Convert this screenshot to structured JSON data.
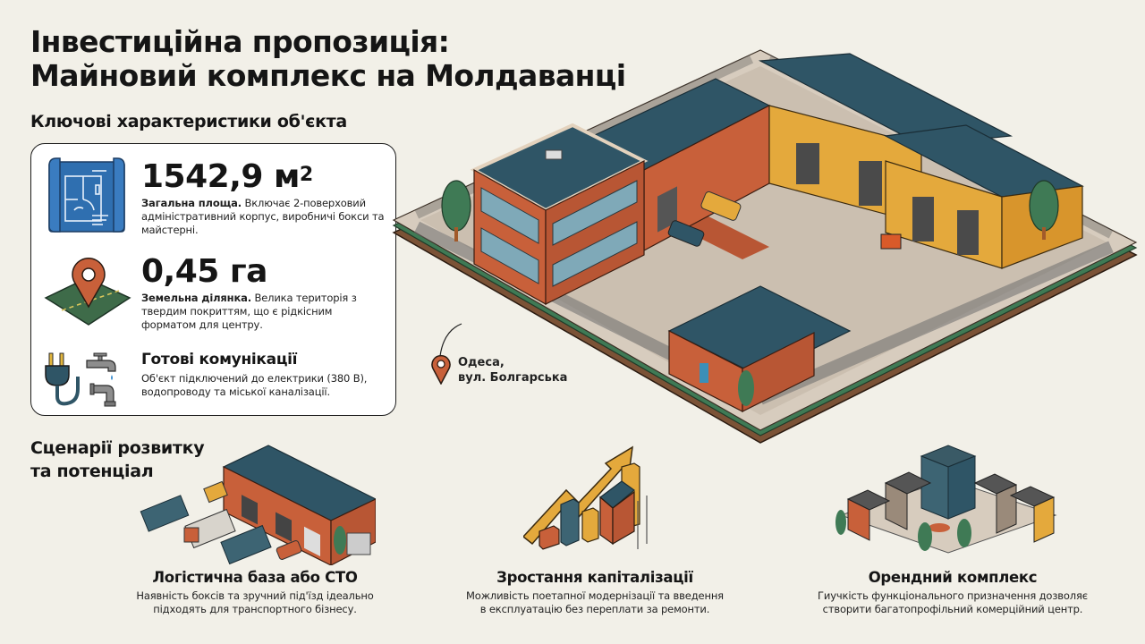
{
  "header": {
    "title_line1": "Інвестиційна пропозиція:",
    "title_line2": "Майновий комплекс на Молдаванці"
  },
  "key_features": {
    "heading": "Ключові характеристики об'єкта",
    "items": [
      {
        "icon": "blueprint-icon",
        "value": "1542,9 м",
        "value_sup": "2",
        "label": "Загальна площа.",
        "description": " Включає 2-поверховий адміністративний корпус, виробничі бокси та майстерні."
      },
      {
        "icon": "map-pin-land-icon",
        "value": "0,45 га",
        "label": "Земельна ділянка.",
        "description": " Велика територія з твердим покриттям, що є рідкісним форматом для центру."
      },
      {
        "icon": "utilities-icon",
        "heading": "Готові комунікації",
        "description": "Об'єкт підключений до електрики (380 В), водопроводу та міської каналізації."
      }
    ]
  },
  "location": {
    "icon": "map-pin-icon",
    "line1": "Одеса,",
    "line2": "вул. Болгарська"
  },
  "scenarios": {
    "heading_line1": "Сценарії розвитку",
    "heading_line2": "та потенціал",
    "items": [
      {
        "icon": "logistics-warehouse-illustration",
        "title": "Логістична база або СТО",
        "description_line1": "Наявність боксів та зручний під'їзд ідеально",
        "description_line2": "підходять для транспортного бізнесу."
      },
      {
        "icon": "capital-growth-illustration",
        "title": "Зростання капіталізації",
        "description_line1": "Можливість поетапної модернізації та введення",
        "description_line2": "в експлуатацію без переплати за ремонти."
      },
      {
        "icon": "rental-complex-illustration",
        "title": "Орендний комплекс",
        "description_line1": "Гиучкість функціонального призначення дозволяє",
        "description_line2": "створити багатопрофільний комерційний центр."
      }
    ]
  },
  "colors": {
    "background": "#f2f0e8",
    "brick": "#c8603a",
    "roof": "#2f5566",
    "yellow": "#e4a93c",
    "green": "#3f7a55",
    "blueprint": "#2f6fb0",
    "ground": "#cfc3b5"
  }
}
